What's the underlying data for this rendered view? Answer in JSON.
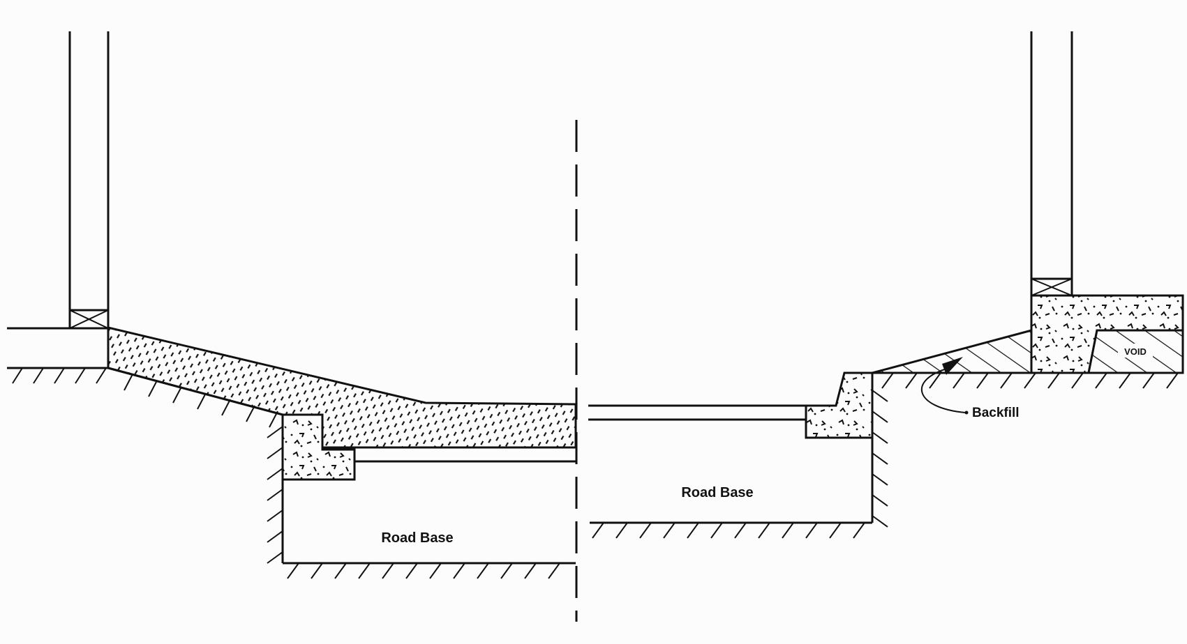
{
  "labels": {
    "road_base_left": "Road Base",
    "road_base_right": "Road Base",
    "backfill": "Backfill",
    "void": "VOID"
  },
  "colors": {
    "ink": "#111111",
    "paper": "#fcfcfc"
  }
}
